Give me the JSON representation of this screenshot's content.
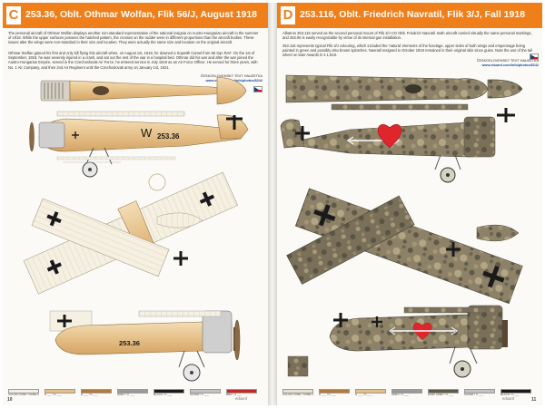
{
  "left": {
    "letter": "C",
    "title": "253.36, Oblt. Othmar Wolfan, Flik 56/J, August 1918",
    "desc1": "The personal aircraft of Othmar Wolfan displays another non-standard representation of the national insignia on Austro-Hungarian aircraft in the summer of 1918. While the upper surfaces possess the hatched pattern, the crosses on the rudder were in different proportions than the aircraft bodies. These issues alter the wings were non-standard in their size and location. They were actually the same size and location on the original aircraft.",
    "desc2": "Othmar Wolfan gained his first and only kill flying this aircraft when, on August 1st, 1918, he downed a Sopwith Camel from 66 Sqn RAF. On the 1st of September, 1918, he was severely injured in a crash, and sat out the rest of the war in a hospital bed. Othmar did his war and after the war joined the Austro-Hungarian Empire, served in the Czechoslovak Air Force, he entered service in July 1919 as an Air Force Officer. He served for three years, with No. 1 Air Company, and then 2nd Air Regiment until the Czechoslovak army on January 1st, 1921.",
    "credit_line1": "ČESKOSLOVENSKÝ TEXT HAUZETKA",
    "credit_url": "www.eduard.com/info/photos/8242",
    "serial": "253.36",
    "letter_w": "W",
    "page_number": "10",
    "logo": "eduard",
    "colors": {
      "header": "#ef7f1a",
      "wood": "#e6c089",
      "wood_light": "#f3ddb5",
      "cream": "#f6f0e2",
      "ribs": "#d6cfbf",
      "metal": "#b8b8b8",
      "black": "#1a1a1a"
    },
    "legend": [
      {
        "color": "#f6f0e2",
        "label": "COLOR CODE / NAME COLOUR"
      },
      {
        "color": "#e6c089",
        "label": "H ___ / C ___"
      },
      {
        "color": "#b57a3b",
        "label": "H ___ / C ___"
      },
      {
        "color": "#9a9a9a",
        "label": "GREY / C ___"
      },
      {
        "color": "#1a1a1a",
        "label": "BLACK / C ___"
      },
      {
        "color": "#c2c2c2",
        "label": "SILVER / C ___"
      },
      {
        "color": "#c62828",
        "label": "RED / C ___"
      }
    ]
  },
  "right": {
    "letter": "D",
    "title": "253.116, Oblt. Friedrich Navratil, Flik 3/J, Fall 1918",
    "desc1": "Albatros 253.116 served as the second personal mount of Flik 3/J CO Oblt. Friedrich Navratil. Both aircraft carried virtually the same personal markings, and 253.06 is easily recognizable by virtue of its internal gun installation.",
    "desc2": "253.116 represents typical Flik 3/J colouring, which included the 'natural' elements of the fuselage, upper sides of both wings and empennage being painted in green and possibly also brown splotches. Navratil resigned in October 1918 remained in their original skin since guise. Note the use of the tail wheel on later Awards D 4.1.918.",
    "credit_line1": "ČESKOSLOVENSKÝ TEXT HAUZETKA",
    "credit_url": "www.eduard.com/info/photos/8242",
    "page_number": "11",
    "logo": "eduard",
    "colors": {
      "header": "#ef7f1a",
      "camo_base": "#8d8168",
      "camo_dark": "#5e5a48",
      "camo_light": "#b3a684",
      "heart": "#e0262c",
      "black": "#1a1a1a",
      "white": "#ffffff"
    },
    "legend": [
      {
        "color": "#eae3d3",
        "label": "COLOR CODE / NAME COLOUR"
      },
      {
        "color": "#b57a3b",
        "label": "H ___ / C ___"
      },
      {
        "color": "#e6c089",
        "label": "H ___ / C ___"
      },
      {
        "color": "#9a9a9a",
        "label": "GREY / C ___"
      },
      {
        "color": "#5e5a48",
        "label": "DARK GREY / C ___"
      },
      {
        "color": "#c2c2c2",
        "label": "SILVER / C ___"
      },
      {
        "color": "#1a1a1a",
        "label": "BLACK / C ___"
      }
    ]
  }
}
